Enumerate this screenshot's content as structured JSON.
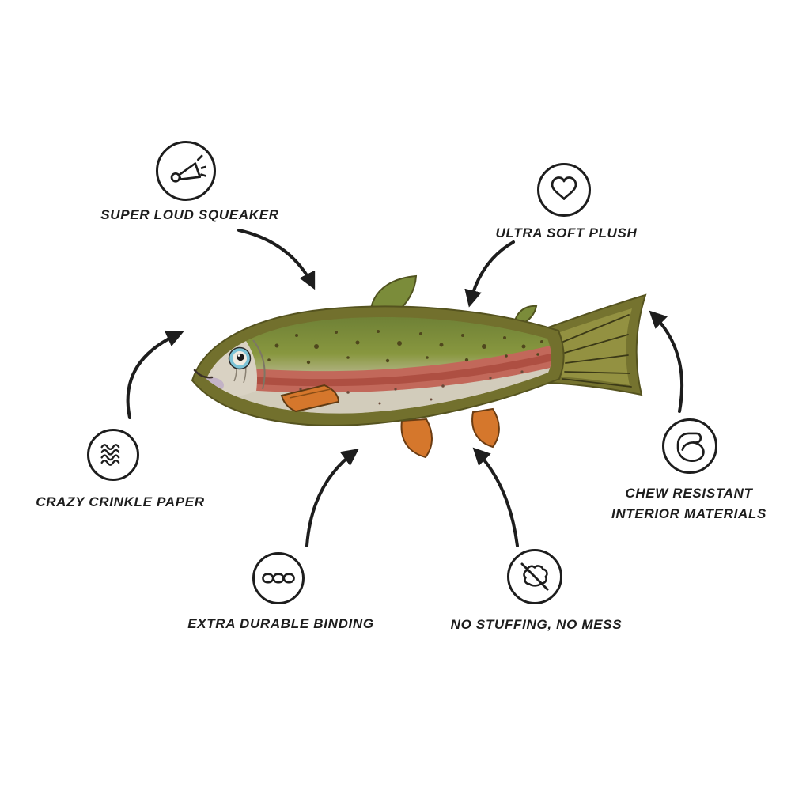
{
  "product": {
    "illustration": "plush-rainbow-trout-dog-toy"
  },
  "callouts": {
    "squeaker": {
      "label": "SUPER LOUD SQUEAKER",
      "icon": "horn-squeaker-icon"
    },
    "plush": {
      "label": "ULTRA SOFT PLUSH",
      "icon": "heart-icon"
    },
    "crinkle": {
      "label": "CRAZY CRINKLE PAPER",
      "icon": "crinkle-waves-icon"
    },
    "chew": {
      "label_line1": "CHEW RESISTANT",
      "label_line2": "INTERIOR MATERIALS",
      "icon": "muscle-icon"
    },
    "binding": {
      "label": "EXTRA DURABLE BINDING",
      "icon": "chain-links-icon"
    },
    "stuffing": {
      "label": "NO STUFFING, NO MESS",
      "icon": "no-stuffing-icon"
    }
  },
  "colors": {
    "ink": "#1d1d1d",
    "trim_olive": "#72702d",
    "body_green": "#84943e",
    "stripe_pink": "#c2685a",
    "belly": "#d2ccbb",
    "fin_orange": "#d5772c",
    "eye_blue": "#7cc3d6",
    "background": "#ffffff"
  }
}
